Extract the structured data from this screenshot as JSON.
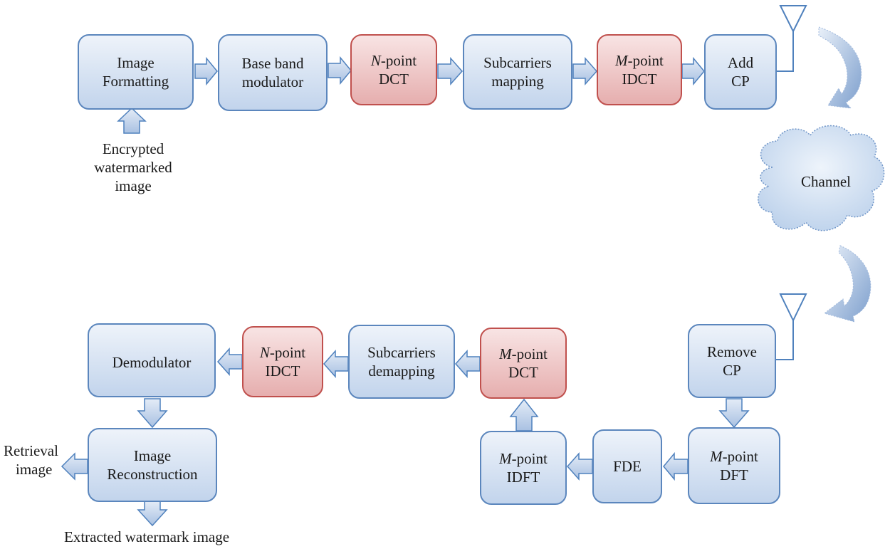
{
  "colors": {
    "blue_border": "#5b86bd",
    "red_border": "#c0504d",
    "arrow_fill": "#c5d6ec",
    "arrow_stroke": "#4f81bd"
  },
  "tx": {
    "image_formatting": {
      "line1": "Image",
      "line2": "Formatting"
    },
    "baseband_modulator": {
      "line1": "Base band",
      "line2": "modulator"
    },
    "n_point_dct": {
      "var": "N",
      "suffix": "-point",
      "line2": "DCT"
    },
    "subcarriers_mapping": {
      "line1": "Subcarriers",
      "line2": "mapping"
    },
    "m_point_idct": {
      "var": "M",
      "suffix": "-point",
      "line2": "IDCT"
    },
    "add_cp": {
      "line1": "Add",
      "line2": "CP"
    },
    "input_label": {
      "line1": "Encrypted",
      "line2": "watermarked",
      "line3": "image"
    }
  },
  "channel": {
    "label": "Channel"
  },
  "rx": {
    "remove_cp": {
      "line1": "Remove",
      "line2": "CP"
    },
    "m_point_dft": {
      "var": "M",
      "suffix": "-point",
      "line2": "DFT"
    },
    "fde": {
      "label": "FDE"
    },
    "m_point_idft": {
      "var": "M",
      "suffix": "-point",
      "line2": "IDFT"
    },
    "m_point_dct": {
      "var": "M",
      "suffix": "-point",
      "line2": "DCT"
    },
    "subcarriers_demapping": {
      "line1": "Subcarriers",
      "line2": "demapping"
    },
    "n_point_idct": {
      "var": "N",
      "suffix": "-point",
      "line2": "IDCT"
    },
    "demodulator": {
      "label": "Demodulator"
    },
    "image_reconstruction": {
      "line1": "Image",
      "line2": "Reconstruction"
    },
    "retrieval_label": {
      "line1": "Retrieval",
      "line2": "image"
    },
    "extracted_label": {
      "label": "Extracted watermark image"
    }
  }
}
